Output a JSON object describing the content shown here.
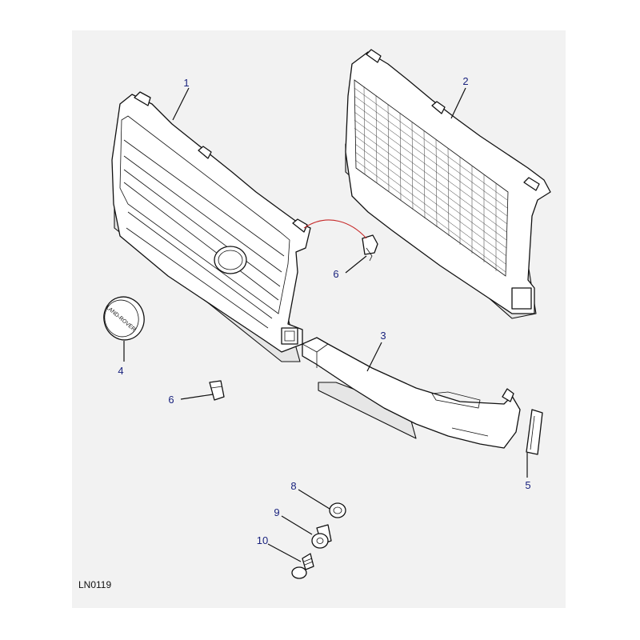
{
  "diagram": {
    "reference_code": "LN0119",
    "logo_text": "LAND-ROVER",
    "callouts": [
      {
        "id": "c1",
        "label": "1"
      },
      {
        "id": "c2",
        "label": "2"
      },
      {
        "id": "c3",
        "label": "3"
      },
      {
        "id": "c4",
        "label": "4"
      },
      {
        "id": "c5",
        "label": "5"
      },
      {
        "id": "c6a",
        "label": "6"
      },
      {
        "id": "c6b",
        "label": "6"
      },
      {
        "id": "c8",
        "label": "8"
      },
      {
        "id": "c9",
        "label": "9"
      },
      {
        "id": "c10",
        "label": "10"
      }
    ],
    "colors": {
      "background": "#ffffff",
      "panel": "#f2f2f2",
      "line": "#111111",
      "callout_text": "#1a237e",
      "clip_leader": "#c62828"
    }
  }
}
